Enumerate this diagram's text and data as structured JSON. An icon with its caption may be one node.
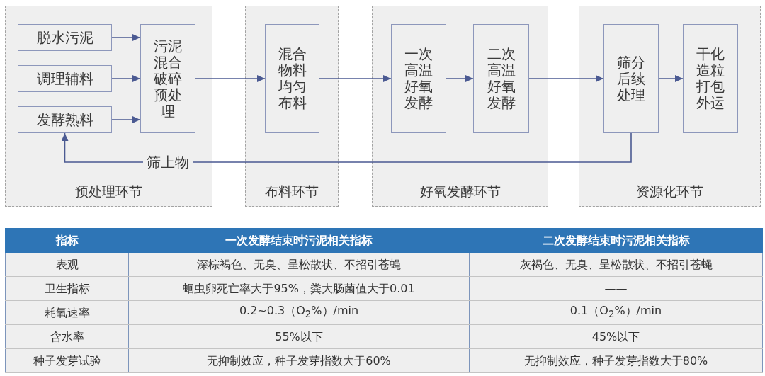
{
  "diagram": {
    "nodes": [
      {
        "text": [
          "预处理环节"
        ]
      },
      {
        "text": [
          "脱水污泥"
        ],
        "in": 0
      },
      {
        "text": [
          "调理辅料"
        ],
        "in": 0
      },
      {
        "text": [
          "发酵熟料"
        ],
        "in": 0
      },
      {
        "text": [
          "污泥混合破碎预处理"
        ],
        "in": 0
      },
      {
        "text": [
          "布料环节"
        ]
      },
      {
        "text": [
          "混合物料均匀布料"
        ],
        "in": 5
      },
      {
        "text": [
          "好氧发酵环节"
        ]
      },
      {
        "text": [
          "一次高温好氧发酵"
        ],
        "in": 7
      },
      {
        "text": [
          "二次高温好氧发酵"
        ],
        "in": 7
      },
      {
        "text": [
          "资源化环节"
        ]
      },
      {
        "text": [
          "筛分后续处理"
        ],
        "in": 10
      },
      {
        "text": [
          "干化造粒打包外运"
        ],
        "in": 10
      }
    ],
    "edges": [
      {
        "from": 1,
        "to": 4,
        "arrow": "to"
      },
      {
        "from": 2,
        "to": 4,
        "arrow": "to"
      },
      {
        "from": 3,
        "to": 4,
        "arrow": "to"
      },
      {
        "from": 4,
        "to": 6,
        "arrow": "to"
      },
      {
        "from": 6,
        "to": 8,
        "arrow": "to"
      },
      {
        "from": 8,
        "to": 9,
        "arrow": "to"
      },
      {
        "from": 9,
        "to": 11,
        "arrow": "to"
      },
      {
        "from": 11,
        "to": 12,
        "arrow": "to"
      },
      {
        "from": 11,
        "to": 3,
        "arrow": "to",
        "label": "筛上物"
      }
    ],
    "labels": [
      "指标",
      "一次发酵结束时污泥相关指标",
      "二次发酵结束时污泥相关指标",
      "表观",
      "深棕褐色、无臭、呈松散状、不招引苍蝇",
      "灰褐色、无臭、呈松散状、不招引苍蝇",
      "卫生指标",
      "蛔虫卵死亡率大于95%，粪大肠菌值大于0.01",
      "——",
      "耗氧速率",
      "0.2~0.3（O$_{2}$%）/min",
      "0.1（O$_{2}$%）/min",
      "含水率",
      "55%以下",
      "45%以下",
      "种子发芽试验",
      "无抑制效应，种子发芽指数大于60%",
      "无抑制效应，种子发芽指数大于80%"
    ]
  }
}
